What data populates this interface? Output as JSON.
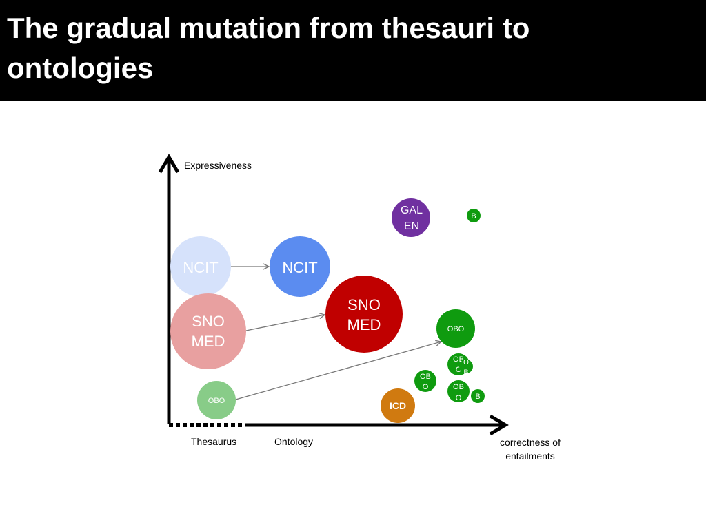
{
  "slide": {
    "title": "The gradual mutation from thesauri to ontologies"
  },
  "axes": {
    "y_label": "Expressiveness",
    "x_label_line1": "correctness of",
    "x_label_line2": "entailments",
    "thesaurus_label": "Thesaurus",
    "ontology_label": "Ontology"
  },
  "bubbles": {
    "ncit_old": {
      "label": "NCIT",
      "color": "#d6e2fb"
    },
    "ncit_new": {
      "label": "NCIT",
      "color": "#5b8cf0"
    },
    "snomed_old": {
      "line1": "SNO",
      "line2": "MED",
      "color": "#e8a0a0"
    },
    "snomed_new": {
      "line1": "SNO",
      "line2": "MED",
      "color": "#c00000"
    },
    "galen": {
      "line1": "GAL",
      "line2": "EN",
      "color": "#7030a0"
    },
    "obo_old": {
      "label": "OBO",
      "color": "#88cc88"
    },
    "obo_new": {
      "label": "OBO",
      "color": "#0f9b0f"
    },
    "obo_small_1": {
      "line1": "OB",
      "line2": "O",
      "color": "#0f9b0f"
    },
    "obo_small_2": {
      "line1": "OB",
      "line2": "O",
      "color": "#0f9b0f"
    },
    "obo_small_3": {
      "line1": "OB",
      "line2": "O",
      "color": "#0f9b0f"
    },
    "obo_small_4": {
      "line1": "O",
      "line2": "B",
      "color": "#0f9b0f"
    },
    "obo_tiny_1": {
      "label": "B",
      "color": "#0f9b0f"
    },
    "obo_tiny_2": {
      "label": "B",
      "color": "#0f9b0f"
    },
    "icd": {
      "label": "ICD",
      "color": "#d07a10"
    }
  }
}
